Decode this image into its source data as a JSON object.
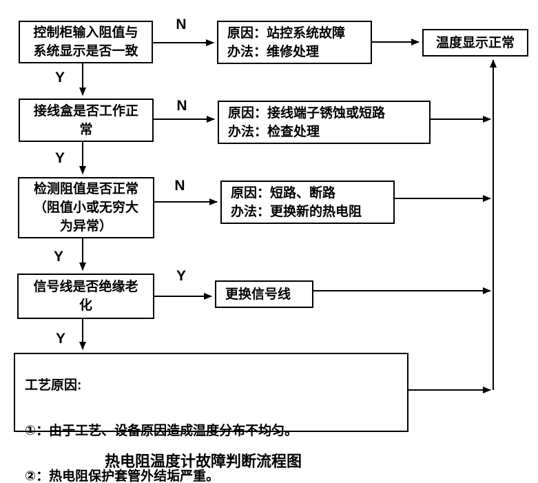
{
  "diagram": {
    "caption": "热电阻温度计故障判断流程图",
    "colors": {
      "line": "#000000",
      "text": "#000000",
      "box_background": "#ffffff",
      "page_background": "#ffffff"
    },
    "boxes": {
      "d1": {
        "text": "控制柜输入阻值与\n系统显示是否一致"
      },
      "d2": {
        "text": "接线盒是否工作正\n常"
      },
      "d3": {
        "text": "检测阻值是否正常\n（阻值小或无穷大\n为异常）"
      },
      "d4": {
        "text": "信号线是否绝缘老\n化"
      },
      "d5": {
        "title": "工艺原因:",
        "item1": "①：由于工艺、设备原因造成温度分布不均匀。",
        "item2": "②：热电阻保护套管外结垢严重。"
      },
      "r1": {
        "text": "原因：站控系统故障\n办法：维修处理"
      },
      "r2": {
        "text": "原因：接线端子锈蚀或短路\n办法：检查处理"
      },
      "r3": {
        "text": "原因：短路、断路\n办法：更换新的热电阻"
      },
      "r4": {
        "text": "更换信号线"
      },
      "end": {
        "text": "温度显示正常"
      }
    },
    "edge_labels": {
      "n1": "N",
      "y1": "Y",
      "n2": "N",
      "y2": "Y",
      "n3": "N",
      "y3": "Y",
      "y4": "Y",
      "y5": "Y"
    }
  }
}
